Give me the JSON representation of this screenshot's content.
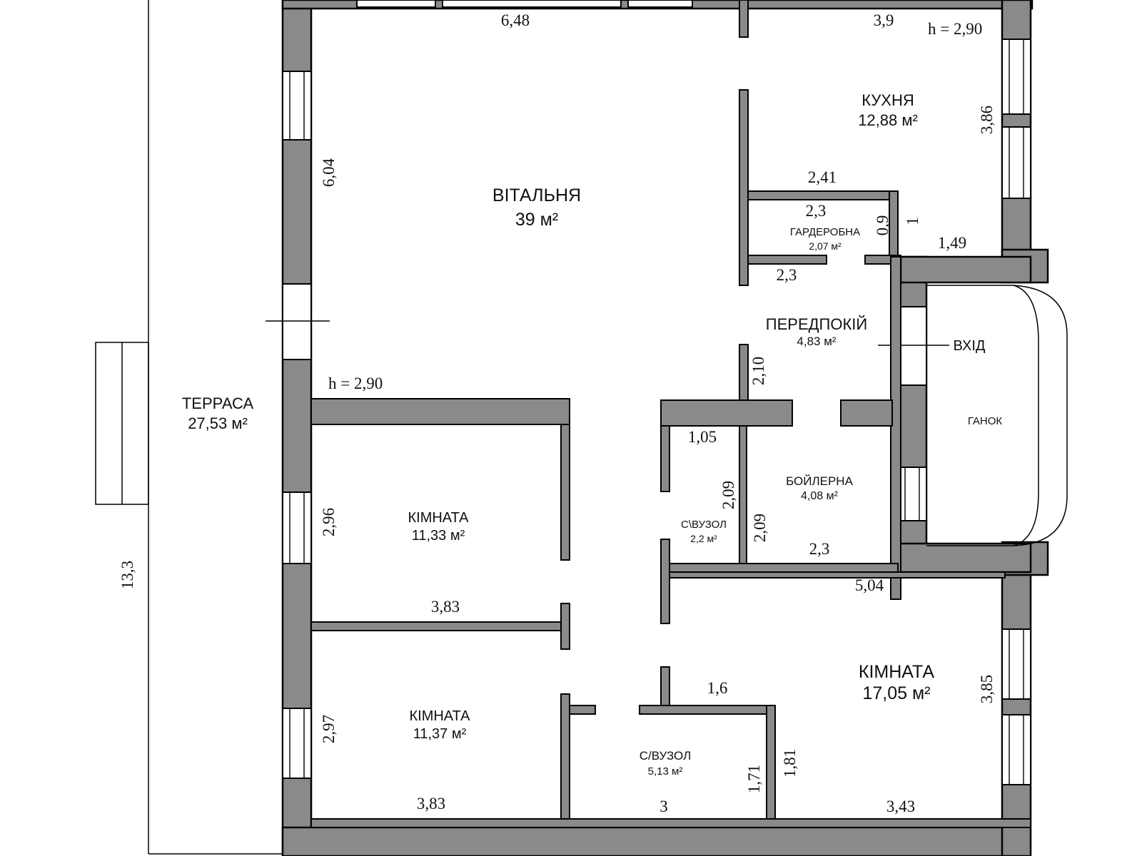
{
  "rooms": {
    "living": {
      "name": "ВІТАЛЬНЯ",
      "area": "39 м²"
    },
    "kitchen": {
      "name": "КУХНЯ",
      "area": "12,88 м²"
    },
    "wardrobe": {
      "name": "ГАРДЕРОБНА",
      "area": "2,07 м²"
    },
    "hall": {
      "name": "ПЕРЕДПОКІЙ",
      "area": "4,83 м²"
    },
    "boiler": {
      "name": "БОЙЛЕРНА",
      "area": "4,08 м²"
    },
    "wc_small": {
      "name": "С\\ВУЗОЛ",
      "area": "2,2 м²"
    },
    "room_mid": {
      "name": "КІМНАТА",
      "area": "11,33 м²"
    },
    "room_bottom_left": {
      "name": "КІМНАТА",
      "area": "11,37 м²"
    },
    "bath": {
      "name": "С/ВУЗОЛ",
      "area": "5,13 м²"
    },
    "room_bottom_right": {
      "name": "КІМНАТА",
      "area": "17,05 м²"
    },
    "terrace": {
      "name": "ТЕРРАСА",
      "area": "27,53 м²"
    }
  },
  "labels": {
    "entrance": "ВХІД",
    "porch": "ГАНОК"
  },
  "heights": {
    "kitchen": "h = 2,90",
    "living": "h = 2,90"
  },
  "dimensions": {
    "living_top": "6,48",
    "kitchen_top": "3,9",
    "kitchen_side": "3,86",
    "living_side": "6,04",
    "kitchen_inner": "2,41",
    "wardrobe_top": "2,3",
    "wardrobe_side": "0,9",
    "wardrobe_step": "1",
    "porch_wall": "1,49",
    "wardrobe_bottom": "2,3",
    "hall_side": "2,10",
    "wc_top": "1,05",
    "wc_side": "2,09",
    "boiler_side": "2,09",
    "boiler_bottom": "2,3",
    "room_mid_side": "2,96",
    "room_mid_bottom": "3,83",
    "corridor": "5,04",
    "room_right_side": "3,85",
    "bath_top": "1,6",
    "room_bl_side": "2,97",
    "room_bl_bottom": "3,83",
    "bath_side_left": "1,71",
    "bath_side_right": "1,81",
    "bath_bottom": "3",
    "room_br_bottom": "3,43",
    "terrace_length": "13,3"
  }
}
